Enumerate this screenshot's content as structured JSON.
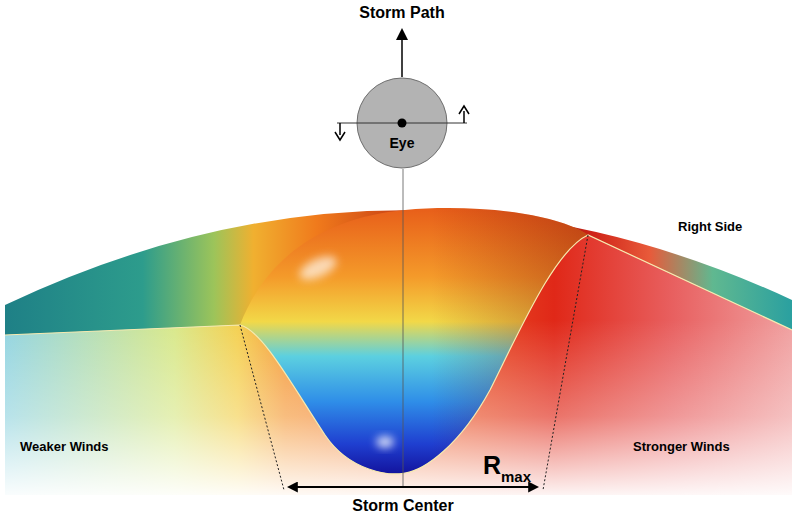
{
  "diagram": {
    "nodes": [
      {
        "text": [
          "Eye"
        ]
      }
    ],
    "labels": [
      "Storm Path",
      "Right Side",
      "Weaker Winds",
      "Stronger Winds",
      "R",
      "max",
      "Storm Center"
    ]
  }
}
